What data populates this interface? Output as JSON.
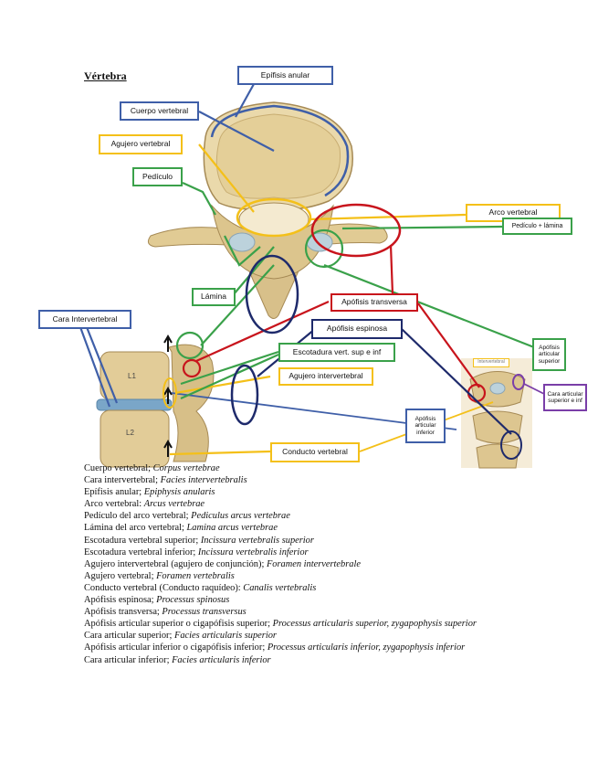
{
  "title": "Vértebra",
  "labels": {
    "epifisis_anular": "Epífisis anular",
    "cuerpo_vertebral": "Cuerpo vertebral",
    "agujero_vertebral": "Agujero vertebral",
    "pediculo": "Pedículo",
    "arco_vertebral": "Arco vertebral",
    "pediculo_lamina": "Pedículo + lámina",
    "lamina": "Lámina",
    "cara_intervertebral": "Cara Intervertebral",
    "apofisis_transversa": "Apófisis transversa",
    "apofisis_espinosa": "Apófisis espinosa",
    "escotadura": "Escotadura vert. sup e inf",
    "agujero_intervertebral": "Agujero intervertebral",
    "conducto_vertebral": "Conducto vertebral",
    "apofisis_articular_superior": "Apófisis articular superior",
    "cara_articular_superior_inf": "Cara articular superior e inf",
    "apofisis_articular_inferior": "Apófisis articular inferior",
    "small_inset_label": "Intervertebral"
  },
  "figure_marks": {
    "vertebra_L1": "L1",
    "vertebra_L2": "L2"
  },
  "legend": [
    {
      "es": "Cuerpo vertebral; ",
      "la": "Corpus vertebrae"
    },
    {
      "es": "Cara intervertebral; ",
      "la": "Facies intervertebralis"
    },
    {
      "es": "Epífisis anular; ",
      "la": "Epiphysis anularis"
    },
    {
      "es": "Arco vertebral: ",
      "la": "Arcus vertebrae"
    },
    {
      "es": "Pedículo del arco vertebral; ",
      "la": "Pediculus arcus vertebrae"
    },
    {
      "es": "Lámina del arco vertebral; ",
      "la": "Lamina arcus vertebrae"
    },
    {
      "es": "Escotadura vertebral superior; ",
      "la": "Incissura vertebralis superior"
    },
    {
      "es": "Escotadura vertebral inferior; ",
      "la": "Incissura vertebralis inferior"
    },
    {
      "es": "Agujero intervertebral (agujero de conjunción); ",
      "la": "Foramen intervertebrale"
    },
    {
      "es": "Agujero vertebral; ",
      "la": "Foramen vertebralis"
    },
    {
      "es": "Conducto vertebral (Conducto raquídeo): ",
      "la": "Canalis vertebralis"
    },
    {
      "es": "Apófisis espinosa; ",
      "la": "Processus spinosus"
    },
    {
      "es": "Apófisis transversa; ",
      "la": "Processus transversus"
    },
    {
      "es": "Apófisis articular superior o cigapófisis superior; ",
      "la": "Processus articularis superior, zygapophysis superior"
    },
    {
      "es": "Cara articular superior; ",
      "la": "Facies articularis superior"
    },
    {
      "es": "Apófisis articular inferior o cigapófisis inferior; ",
      "la": "Processus articularis inferior, zygapophysis inferior"
    },
    {
      "es": "Cara articular inferior; ",
      "la": "Facies articularis inferior"
    }
  ],
  "colors": {
    "blue": "#3f5fa8",
    "yellow": "#f4c019",
    "green": "#3aa14a",
    "red": "#c8141c",
    "navy": "#1e2a6b",
    "purple": "#7a3ea8",
    "bone": "#e8d6a4",
    "bone_dark": "#c9b07a",
    "disc_blue": "#7aa6c8"
  }
}
